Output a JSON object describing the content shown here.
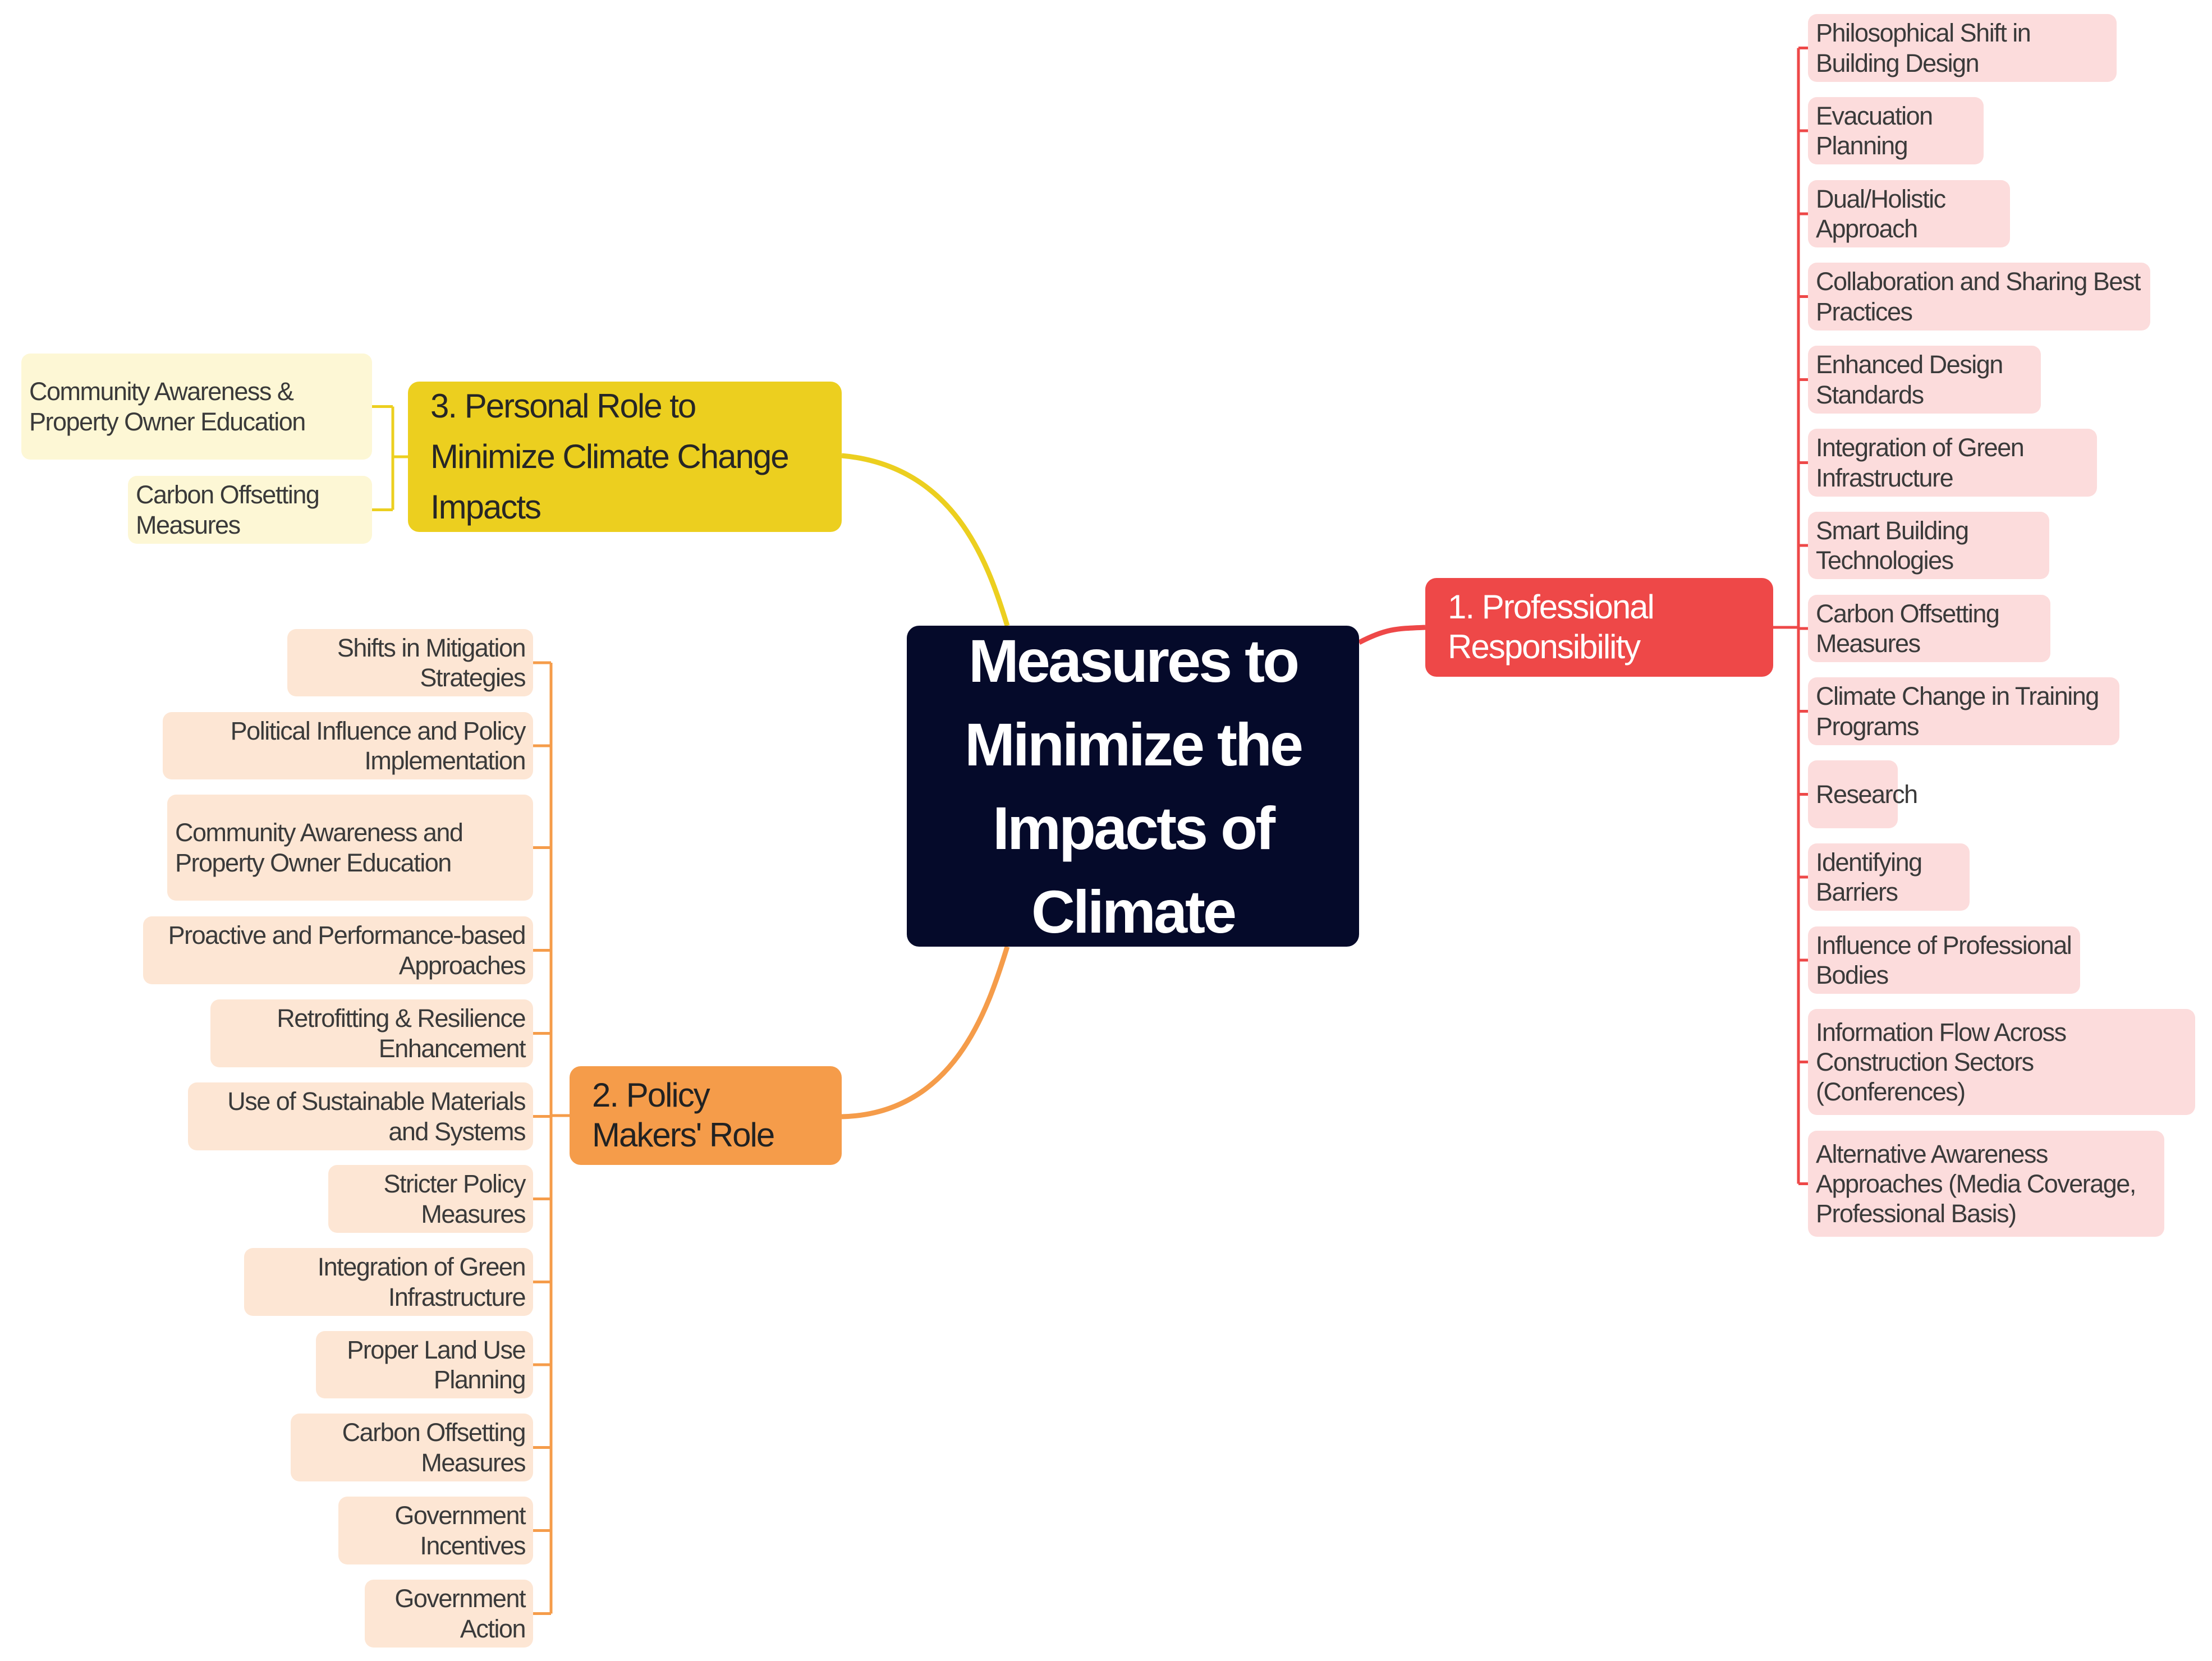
{
  "center": {
    "title": "Measures to Minimize the Impacts of Climate"
  },
  "branches": {
    "professional": {
      "label": "1. Professional Responsibility",
      "color": "#ee4848",
      "items": [
        "Philosophical Shift in Building Design",
        "Evacuation Planning",
        "Dual/Holistic Approach",
        "Collaboration and Sharing Best Practices",
        "Enhanced Design Standards",
        "Integration of Green Infrastructure",
        "Smart Building Technologies",
        "Carbon Offsetting Measures",
        "Climate Change in Training Programs",
        "Research",
        "Identifying Barriers",
        "Influence of Professional Bodies",
        "Information Flow Across Construction Sectors (Conferences)",
        "Alternative Awareness Approaches (Media Coverage, Professional Basis)"
      ]
    },
    "policy": {
      "label": "2. Policy Makers' Role",
      "color": "#f59c4a",
      "items": [
        "Shifts in Mitigation Strategies",
        "Political Influence and Policy Implementation",
        "Community Awareness and Property Owner Education",
        "Proactive and Performance-based Approaches",
        "Retrofitting & Resilience Enhancement",
        "Use of Sustainable Materials and Systems",
        "Stricter Policy Measures",
        "Integration of Green Infrastructure",
        "Proper Land Use Planning",
        "Carbon Offsetting Measures",
        "Government Incentives",
        "Government Action"
      ]
    },
    "personal": {
      "label": "3. Personal Role to Minimize Climate Change Impacts",
      "color": "#eccf1f",
      "items": [
        "Community Awareness & Property Owner Education",
        "Carbon Offsetting Measures"
      ]
    }
  }
}
